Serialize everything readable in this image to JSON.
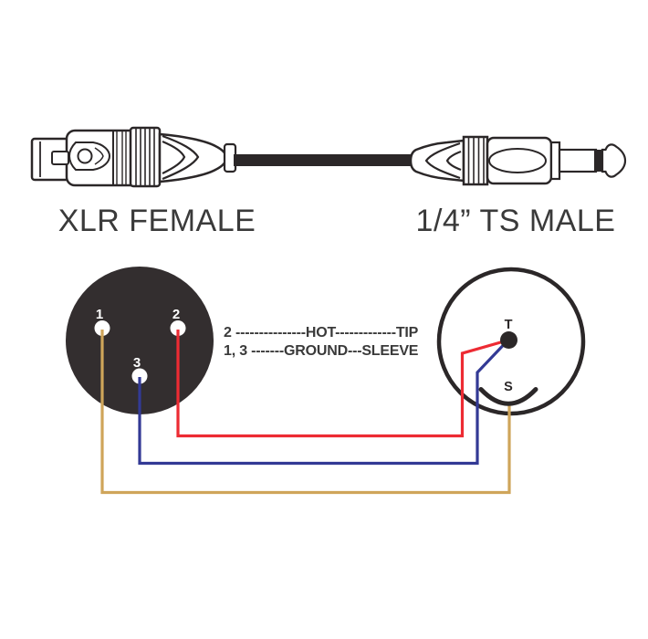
{
  "connector_labels": {
    "left": "XLR FEMALE",
    "right": "1/4” TS MALE"
  },
  "legend": {
    "line1": "2 ---------------HOT-------------TIP",
    "line2": "1, 3 -------GROUND---SLEEVE"
  },
  "xlr_pins": {
    "pin1": "1",
    "pin2": "2",
    "pin3": "3"
  },
  "ts_terminals": {
    "tip": "T",
    "sleeve": "S"
  },
  "colors": {
    "hot_wire": "#ed2b33",
    "ground_wire_blue": "#333a95",
    "ground_wire_gold": "#cfa55a",
    "connector_face": "#332e2f",
    "outline": "#2b2728",
    "text": "#3a3a3a"
  }
}
